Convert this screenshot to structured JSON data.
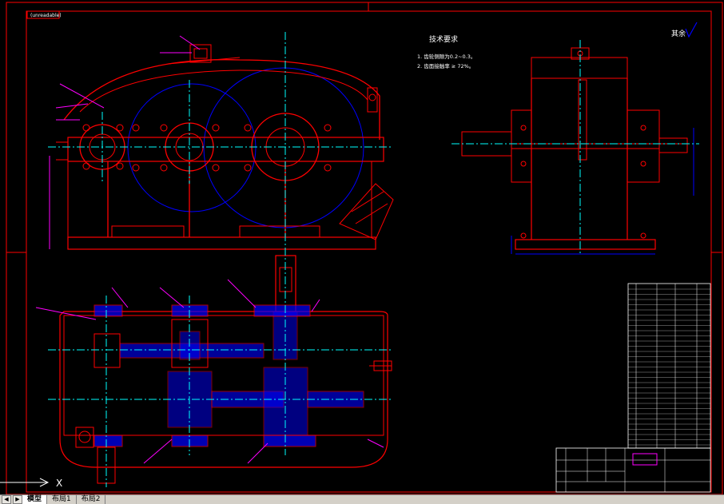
{
  "drawing": {
    "top_label": "(unreadable)",
    "title": "技术要求",
    "requirements": [
      "1. 齿轮侧隙为0.2~0.3。",
      "2. 齿面接触率 ≥ 72%。"
    ],
    "roughness_note": "其余"
  },
  "ucs": {
    "x_label": "X"
  },
  "tabs": [
    {
      "label": "模型"
    },
    {
      "label": "布局1"
    },
    {
      "label": "布局2"
    }
  ],
  "colors": {
    "background": "#000000",
    "geometry": "#ff0000",
    "dimension": "#ff00ff",
    "center": "#00ffff",
    "blue": "#0000ff",
    "text": "#ffffff"
  }
}
